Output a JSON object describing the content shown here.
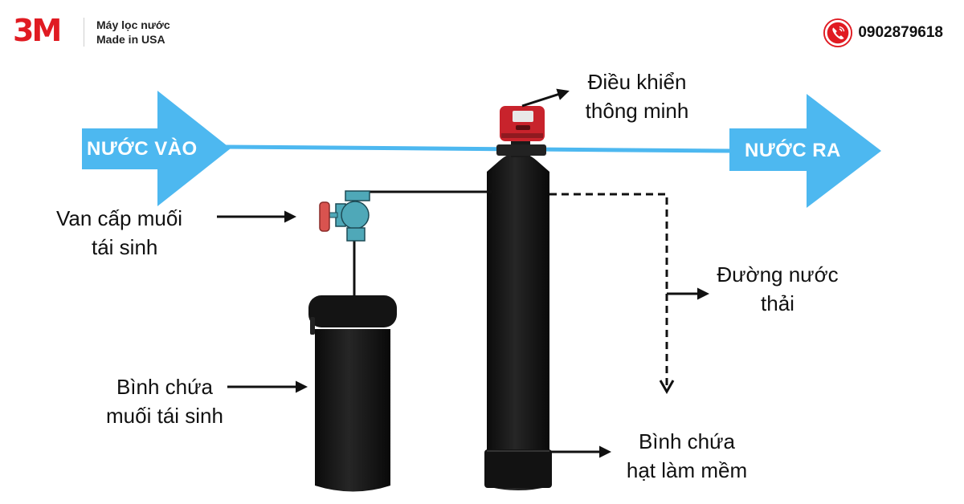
{
  "brand": {
    "logo_text": "3M",
    "tagline_line1": "Máy lọc nước",
    "tagline_line2": "Made in USA"
  },
  "contact": {
    "phone": "0902879618",
    "icon": "phone-icon"
  },
  "flow": {
    "inlet_label": "NƯỚC VÀO",
    "outlet_label": "NƯỚC RA",
    "color": "#4db8f0"
  },
  "labels": {
    "controller": [
      "Điều khiển",
      "thông minh"
    ],
    "brine_valve": [
      "Van cấp muối",
      "tái sinh"
    ],
    "drain_line": [
      "Đường nước",
      "thải"
    ],
    "brine_tank": [
      "Bình chứa",
      "muối tái sinh"
    ],
    "resin_tank": [
      "Bình chứa",
      "hạt làm mềm"
    ]
  },
  "colors": {
    "brand_red": "#e01b22",
    "tank": "#151515",
    "controller": "#c8232c",
    "valve_body": "#4fa8b8",
    "valve_handle": "#d9534f"
  }
}
